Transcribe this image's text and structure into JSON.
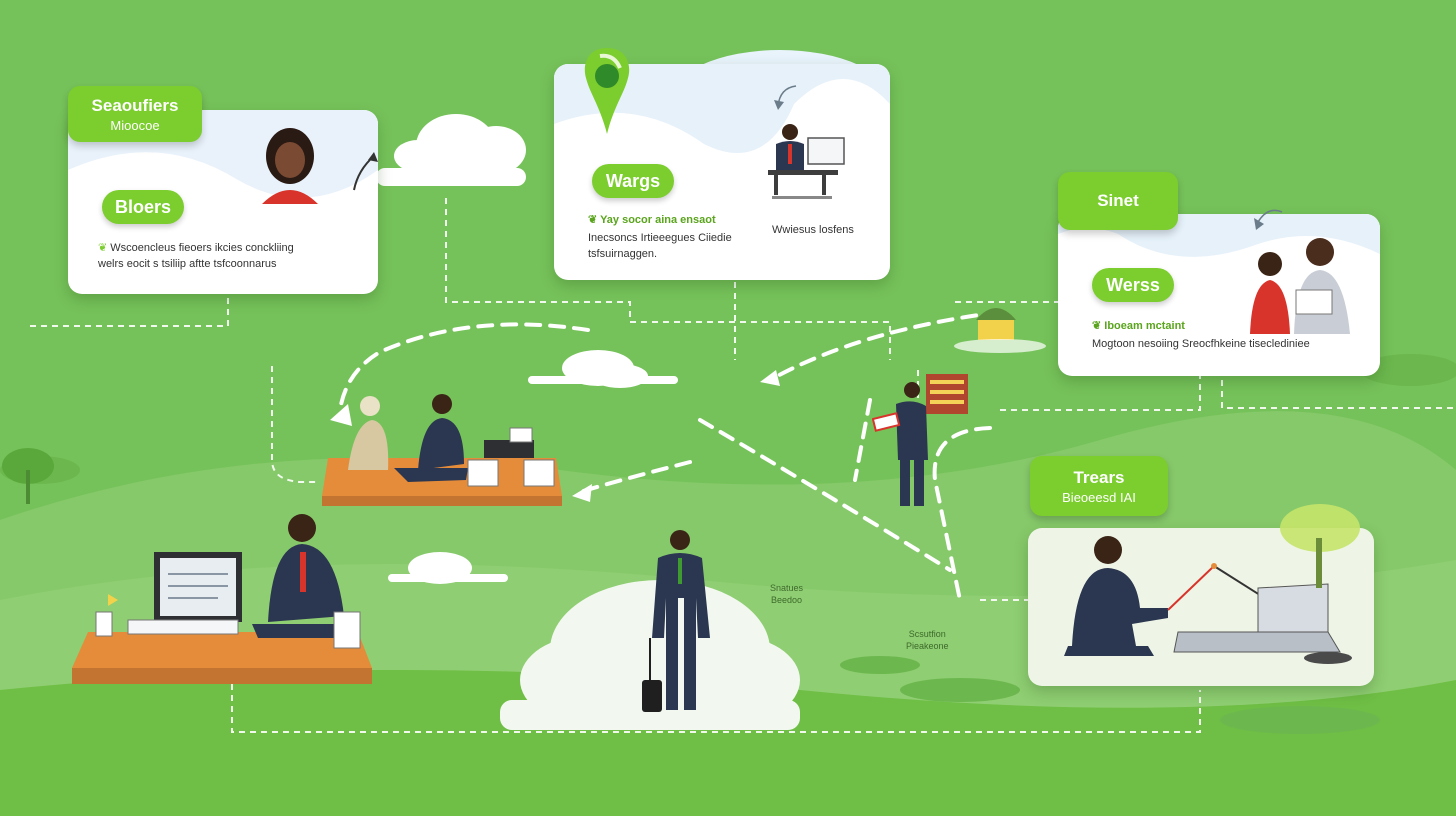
{
  "cards": {
    "left": {
      "tag_title": "Seaoufiers",
      "tag_sub": "Mioocoe",
      "pill": "Bloers",
      "line1": "Wscoencleus fieoers ikcies conckliing",
      "line2": "welrs eocit s tsiliip aftte tsfcoonnarus"
    },
    "center": {
      "pill": "Wargs",
      "green_line": "Yay socor aina ensaot",
      "line2": "Inecsoncs Irtieeegues  Ciiedie",
      "line3": "tsfsuirnaggen.",
      "caption": "Wwiesus losfens"
    },
    "right": {
      "tag_title": "Sinet",
      "pill": "Werss",
      "green_line": "Iboeam mctaint",
      "line2": "Mogtoon nesoiing Sreocfhkeine tiseclediniee"
    },
    "bottom_right": {
      "tag_title": "Trears",
      "tag_sub": "Bieoeesd IAI"
    }
  },
  "map_labels": {
    "center_a": [
      "Snatues",
      "Beedoo"
    ],
    "center_b": [
      "Scsutfion",
      "Pieakeone"
    ]
  },
  "colors": {
    "background": "#76c25a",
    "accent": "#7ccd2e",
    "platform": "#e58c3a",
    "suit": "#2b3650"
  },
  "icons": [
    "location-pin-icon",
    "leaf-icon",
    "arrow-icon"
  ]
}
